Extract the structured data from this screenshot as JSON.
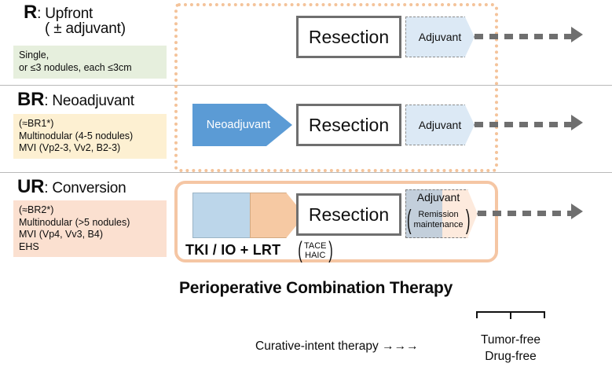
{
  "figure": {
    "title": "Perioperative Combination Therapy",
    "rows": [
      {
        "id": "R",
        "abbr": "R",
        "colon": ":",
        "title": "Upfront",
        "subtitle": "( ± adjuvant)",
        "criteria": "Single,\nor ≤3 nodules, each ≤3cm",
        "criteria_color": "#e6efdd",
        "steps": [
          {
            "name": "resection",
            "label": "Resection"
          },
          {
            "name": "adjuvant",
            "label": "Adjuvant"
          }
        ]
      },
      {
        "id": "BR",
        "abbr": "BR",
        "colon": ":",
        "title": "Neoadjuvant",
        "subtitle": "",
        "criteria": "(≈BR1*)\nMultinodular (4-5 nodules)\nMVI (Vp2-3, Vv2, B2-3)",
        "criteria_color": "#fdf0d2",
        "steps": [
          {
            "name": "neoadjuvant",
            "label": "Neoadjuvant"
          },
          {
            "name": "resection",
            "label": "Resection"
          },
          {
            "name": "adjuvant",
            "label": "Adjuvant"
          }
        ]
      },
      {
        "id": "UR",
        "abbr": "UR",
        "colon": ":",
        "title": "Conversion",
        "subtitle": "",
        "criteria": "(≈BR2*)\nMultinodular (>5 nodules)\nMVI (Vp4, Vv3, B4)\nEHS",
        "criteria_color": "#fbe0d0",
        "steps": [
          {
            "name": "conversion-therapy",
            "label": ""
          },
          {
            "name": "resection",
            "label": "Resection"
          },
          {
            "name": "adjuvant",
            "label": "Adjuvant"
          }
        ],
        "conversion_label": "TKI / IO + LRT",
        "conversion_modalities": "TACE\nHAIC",
        "adjuvant_note": "Remission\nmaintenance"
      }
    ],
    "captions": {
      "curative": "Curative-intent therapy →→→",
      "outcome": "Tumor-free\nDrug-free"
    },
    "colors": {
      "neoadjuvant_blue": "#5b9bd5",
      "adjuvant_blue": "#dce9f5",
      "lrt_blue": "#bcd6ea",
      "lrt_peach": "#f6c9a3",
      "periop_orange": "#f5c6a4",
      "criteria_green": "#e6efdd",
      "criteria_yellow": "#fdf0d2",
      "criteria_peach": "#fbe0d0",
      "resection_border": "#6f6f6f",
      "arrow_gray": "#6f6f6f"
    }
  }
}
